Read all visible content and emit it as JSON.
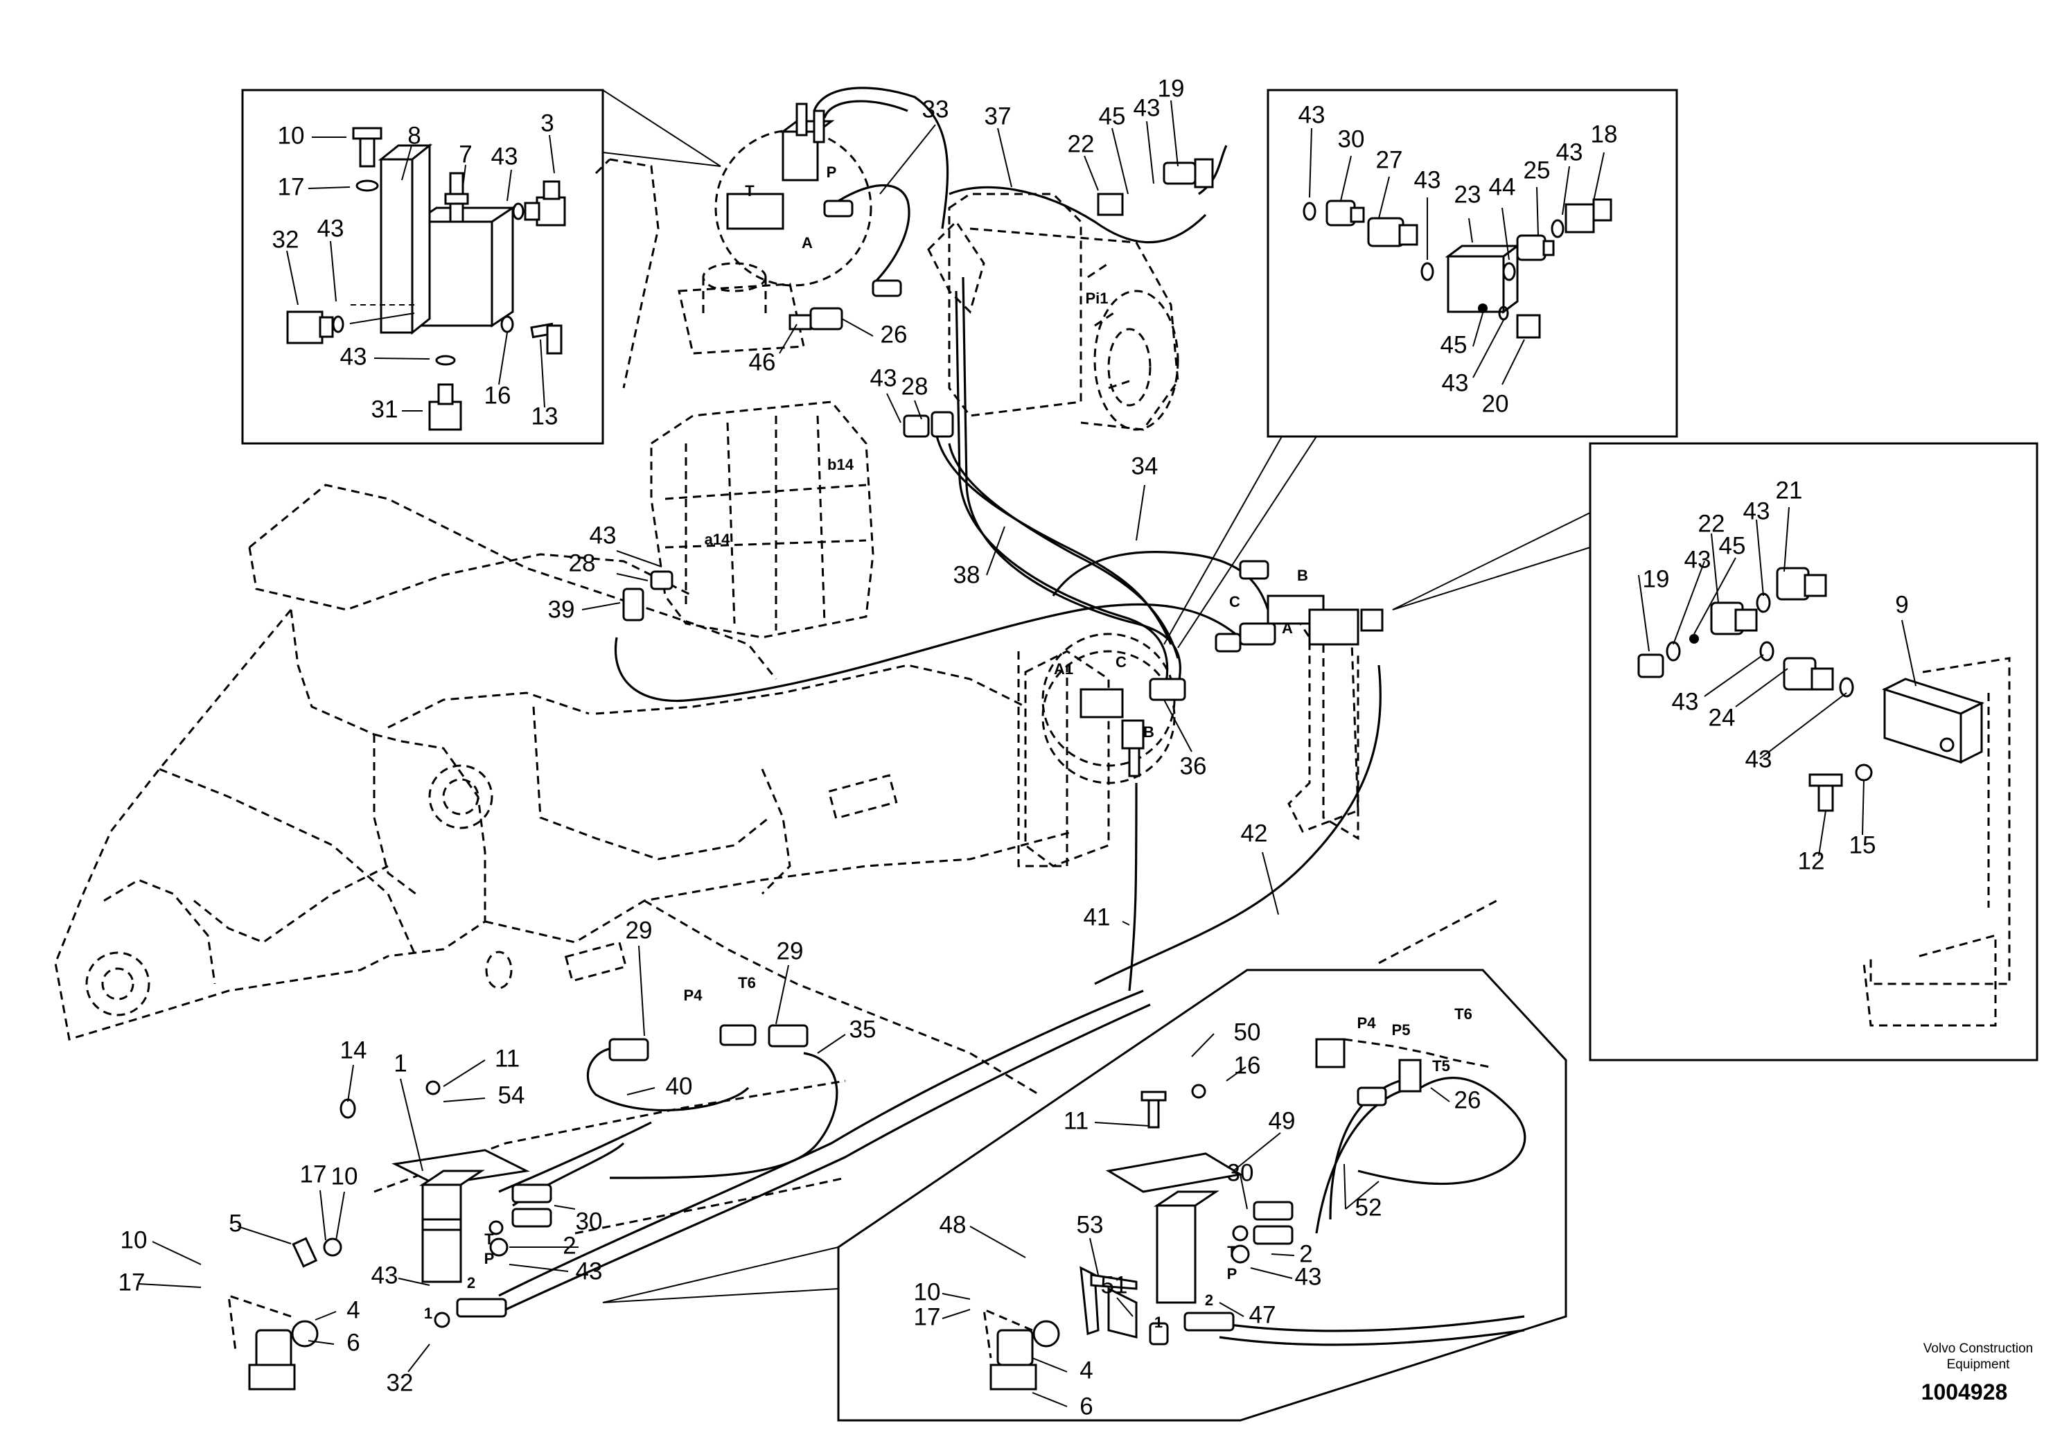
{
  "diagram": {
    "callouts": {
      "c1": "10",
      "c2": "8",
      "c3": "7",
      "c4": "43",
      "c5": "3",
      "c6": "17",
      "c7": "32",
      "c8": "43",
      "c9": "43",
      "c10": "16",
      "c11": "13",
      "c12": "31",
      "c13": "33",
      "c14": "37",
      "c15": "22",
      "c16": "45",
      "c17": "43",
      "c18": "19",
      "c19": "26",
      "c20": "46",
      "c21": "43",
      "c22": "28",
      "c23": "43",
      "c24": "30",
      "c25": "27",
      "c26": "43",
      "c27": "23",
      "c28": "44",
      "c29": "25",
      "c30": "43",
      "c31": "18",
      "c32": "45",
      "c33": "43",
      "c34": "20",
      "c35": "34",
      "c36": "38",
      "c37": "43",
      "c38": "28",
      "c39": "39",
      "c40": "36",
      "c41": "21",
      "c42": "22",
      "c43": "43",
      "c44": "45",
      "c45": "43",
      "c46": "19",
      "c47": "9",
      "c48": "43",
      "c49": "24",
      "c50": "43",
      "c51": "12",
      "c52": "15",
      "c53": "42",
      "c54": "41",
      "c55": "29",
      "c56": "29",
      "c57": "35",
      "c58": "40",
      "c59": "14",
      "c60": "1",
      "c61": "11",
      "c62": "54",
      "c63": "17",
      "c64": "10",
      "c65": "5",
      "c66": "10",
      "c67": "17",
      "c68": "30",
      "c69": "2",
      "c70": "43",
      "c71": "43",
      "c72": "4",
      "c73": "6",
      "c74": "32",
      "c75": "50",
      "c76": "16",
      "c77": "11",
      "c78": "49",
      "c79": "26",
      "c80": "52",
      "c81": "48",
      "c82": "53",
      "c83": "30",
      "c84": "2",
      "c85": "43",
      "c86": "51",
      "c87": "47",
      "c88": "10",
      "c89": "17",
      "c90": "4",
      "c91": "6"
    },
    "ports": {
      "p1": "T",
      "p2": "P",
      "p3": "A",
      "p4": "Pi1",
      "p5": "b14",
      "p6": "a14",
      "p7": "B",
      "p8": "C",
      "p9": "A",
      "p10": "A1",
      "p11": "C",
      "p12": "B",
      "p13": "P4",
      "p14": "T6",
      "p15": "T",
      "p16": "P",
      "p17": "2",
      "p18": "1",
      "p19": "P4",
      "p20": "P5",
      "p21": "T6",
      "p22": "T5",
      "p23": "T",
      "p24": "P",
      "p25": "2",
      "p26": "1"
    },
    "brand_line1": "Volvo Construction",
    "brand_line2": "Equipment",
    "doc_number": "1004928"
  }
}
